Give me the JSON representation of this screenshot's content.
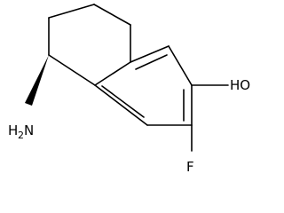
{
  "molecule": {
    "labels": {
      "hydroxyl": "HO",
      "fluorine": "F",
      "amine_h": "H",
      "amine_h_count": "2",
      "amine_n": "N"
    },
    "colors": {
      "bond": "#000000",
      "text": "#000000",
      "background": "#ffffff"
    }
  }
}
